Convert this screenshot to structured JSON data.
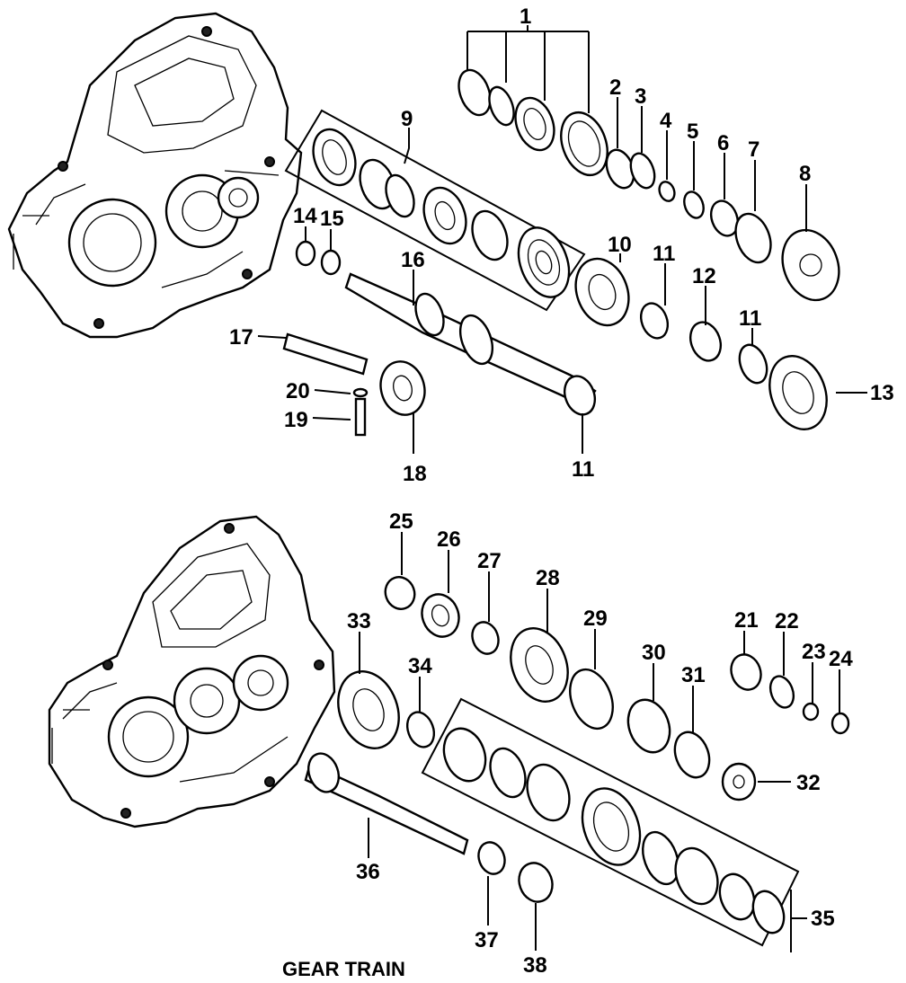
{
  "title": "GEAR TRAIN",
  "colors": {
    "ink": "#000000",
    "paper": "#ffffff"
  },
  "callouts": [
    {
      "id": "1",
      "label": "1"
    },
    {
      "id": "2",
      "label": "2"
    },
    {
      "id": "3",
      "label": "3"
    },
    {
      "id": "4",
      "label": "4"
    },
    {
      "id": "5",
      "label": "5"
    },
    {
      "id": "6",
      "label": "6"
    },
    {
      "id": "7",
      "label": "7"
    },
    {
      "id": "8",
      "label": "8"
    },
    {
      "id": "9",
      "label": "9"
    },
    {
      "id": "10",
      "label": "10"
    },
    {
      "id": "11a",
      "label": "11"
    },
    {
      "id": "11b",
      "label": "11"
    },
    {
      "id": "11c",
      "label": "11"
    },
    {
      "id": "12",
      "label": "12"
    },
    {
      "id": "13",
      "label": "13"
    },
    {
      "id": "14",
      "label": "14"
    },
    {
      "id": "15",
      "label": "15"
    },
    {
      "id": "16",
      "label": "16"
    },
    {
      "id": "17",
      "label": "17"
    },
    {
      "id": "18",
      "label": "18"
    },
    {
      "id": "19",
      "label": "19"
    },
    {
      "id": "20",
      "label": "20"
    },
    {
      "id": "21",
      "label": "21"
    },
    {
      "id": "22",
      "label": "22"
    },
    {
      "id": "23",
      "label": "23"
    },
    {
      "id": "24",
      "label": "24"
    },
    {
      "id": "25",
      "label": "25"
    },
    {
      "id": "26",
      "label": "26"
    },
    {
      "id": "27",
      "label": "27"
    },
    {
      "id": "28",
      "label": "28"
    },
    {
      "id": "29",
      "label": "29"
    },
    {
      "id": "30",
      "label": "30"
    },
    {
      "id": "31",
      "label": "31"
    },
    {
      "id": "32",
      "label": "32"
    },
    {
      "id": "33",
      "label": "33"
    },
    {
      "id": "34",
      "label": "34"
    },
    {
      "id": "35",
      "label": "35"
    },
    {
      "id": "36",
      "label": "36"
    },
    {
      "id": "37",
      "label": "37"
    },
    {
      "id": "38",
      "label": "38"
    }
  ]
}
